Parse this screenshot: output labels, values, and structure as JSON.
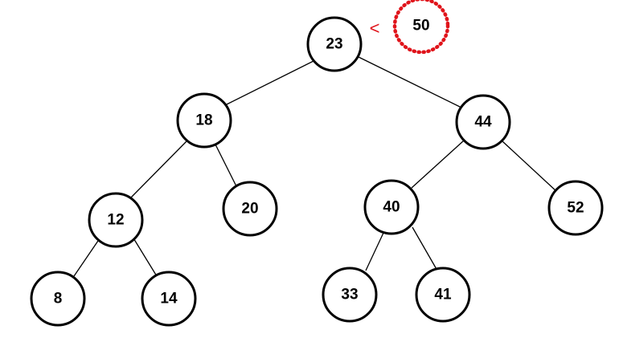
{
  "diagram": {
    "nodes": {
      "root": "23",
      "left": "18",
      "right": "44",
      "left_left": "12",
      "left_right": "20",
      "right_left": "40",
      "right_right": "52",
      "left_left_left": "8",
      "left_left_right": "14",
      "right_left_left": "33",
      "right_left_right": "41"
    },
    "search_value": "50",
    "comparison_symbol": "<",
    "colors": {
      "highlight": "#e0141b",
      "stroke": "#000000",
      "fill": "#ffffff"
    }
  }
}
